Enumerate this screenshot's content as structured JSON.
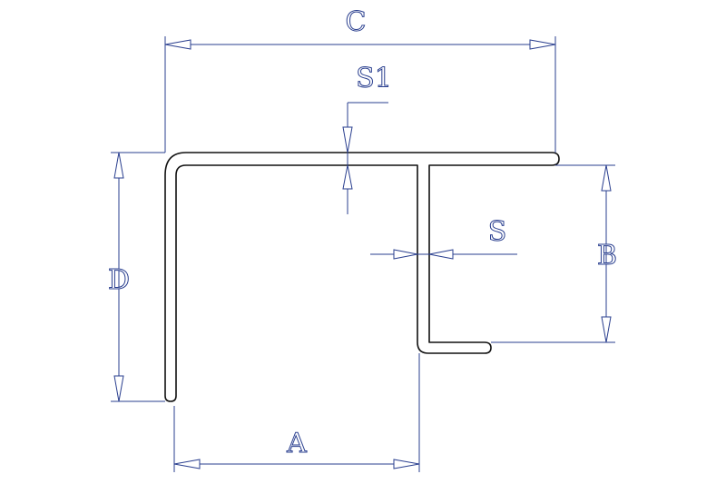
{
  "diagram": {
    "labels": {
      "c": "C",
      "s1": "S1",
      "s": "S",
      "b": "B",
      "d": "D",
      "a": "A"
    },
    "colors": {
      "dimension": "#2a3f8f",
      "profile": "#111111",
      "background": "#ffffff"
    }
  }
}
